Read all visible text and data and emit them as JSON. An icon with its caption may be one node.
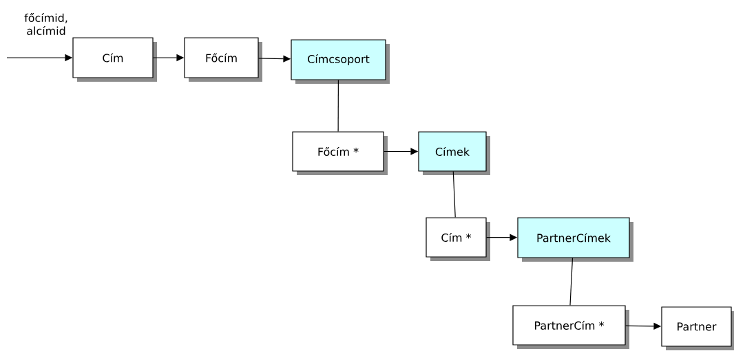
{
  "diagram": {
    "nodes": [
      {
        "text": [
          "Cím"
        ]
      },
      {
        "text": [
          "Főcím"
        ]
      },
      {
        "text": [
          "Címcsoport"
        ]
      },
      {
        "text": [
          "Főcím *"
        ]
      },
      {
        "text": [
          "Címek"
        ]
      },
      {
        "text": [
          "Cím *"
        ]
      },
      {
        "text": [
          "PartnerCímek"
        ]
      },
      {
        "text": [
          "PartnerCím *"
        ]
      },
      {
        "text": [
          "Partner"
        ]
      }
    ],
    "edges": [
      {
        "from": null,
        "to": 0,
        "arrow": "to",
        "label": "főcímid, alcímid"
      },
      {
        "from": 0,
        "to": 1,
        "arrow": "to"
      },
      {
        "from": 1,
        "to": 2,
        "arrow": "to"
      },
      {
        "from": 2,
        "to": 3,
        "arrow": "none"
      },
      {
        "from": 3,
        "to": 4,
        "arrow": "to"
      },
      {
        "from": 4,
        "to": 5,
        "arrow": "none"
      },
      {
        "from": 5,
        "to": 6,
        "arrow": "to"
      },
      {
        "from": 6,
        "to": 7,
        "arrow": "none"
      },
      {
        "from": 7,
        "to": 8,
        "arrow": "to"
      }
    ]
  }
}
